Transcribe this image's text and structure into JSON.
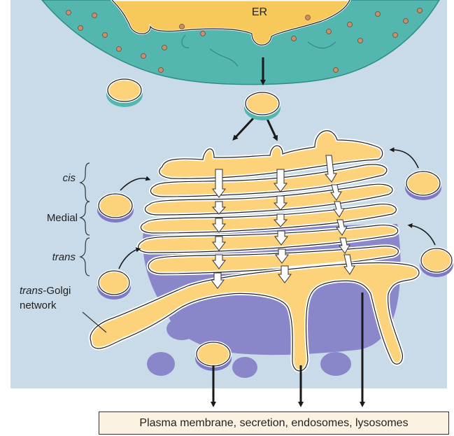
{
  "labels": {
    "er": "ER",
    "cis": "cis",
    "medial": "Medial",
    "trans": "trans",
    "tgn_italic": "trans",
    "tgn_rest": "-Golgi",
    "tgn_line2": "network",
    "destination": "Plasma membrane, secretion, endosomes, lysosomes"
  },
  "colors": {
    "cytosol": "#c9dbe8",
    "er_lumen": "#f7c95a",
    "er_membrane": "#53b7b0",
    "golgi_lumen": "#fcd27a",
    "golgi_shadow": "#7f78c5",
    "vesicle_lumen": "#fcd27a",
    "ribosome": "#c98f6b",
    "arrow": "#1a1a1a",
    "destination_bg": "#fbf2e2"
  }
}
